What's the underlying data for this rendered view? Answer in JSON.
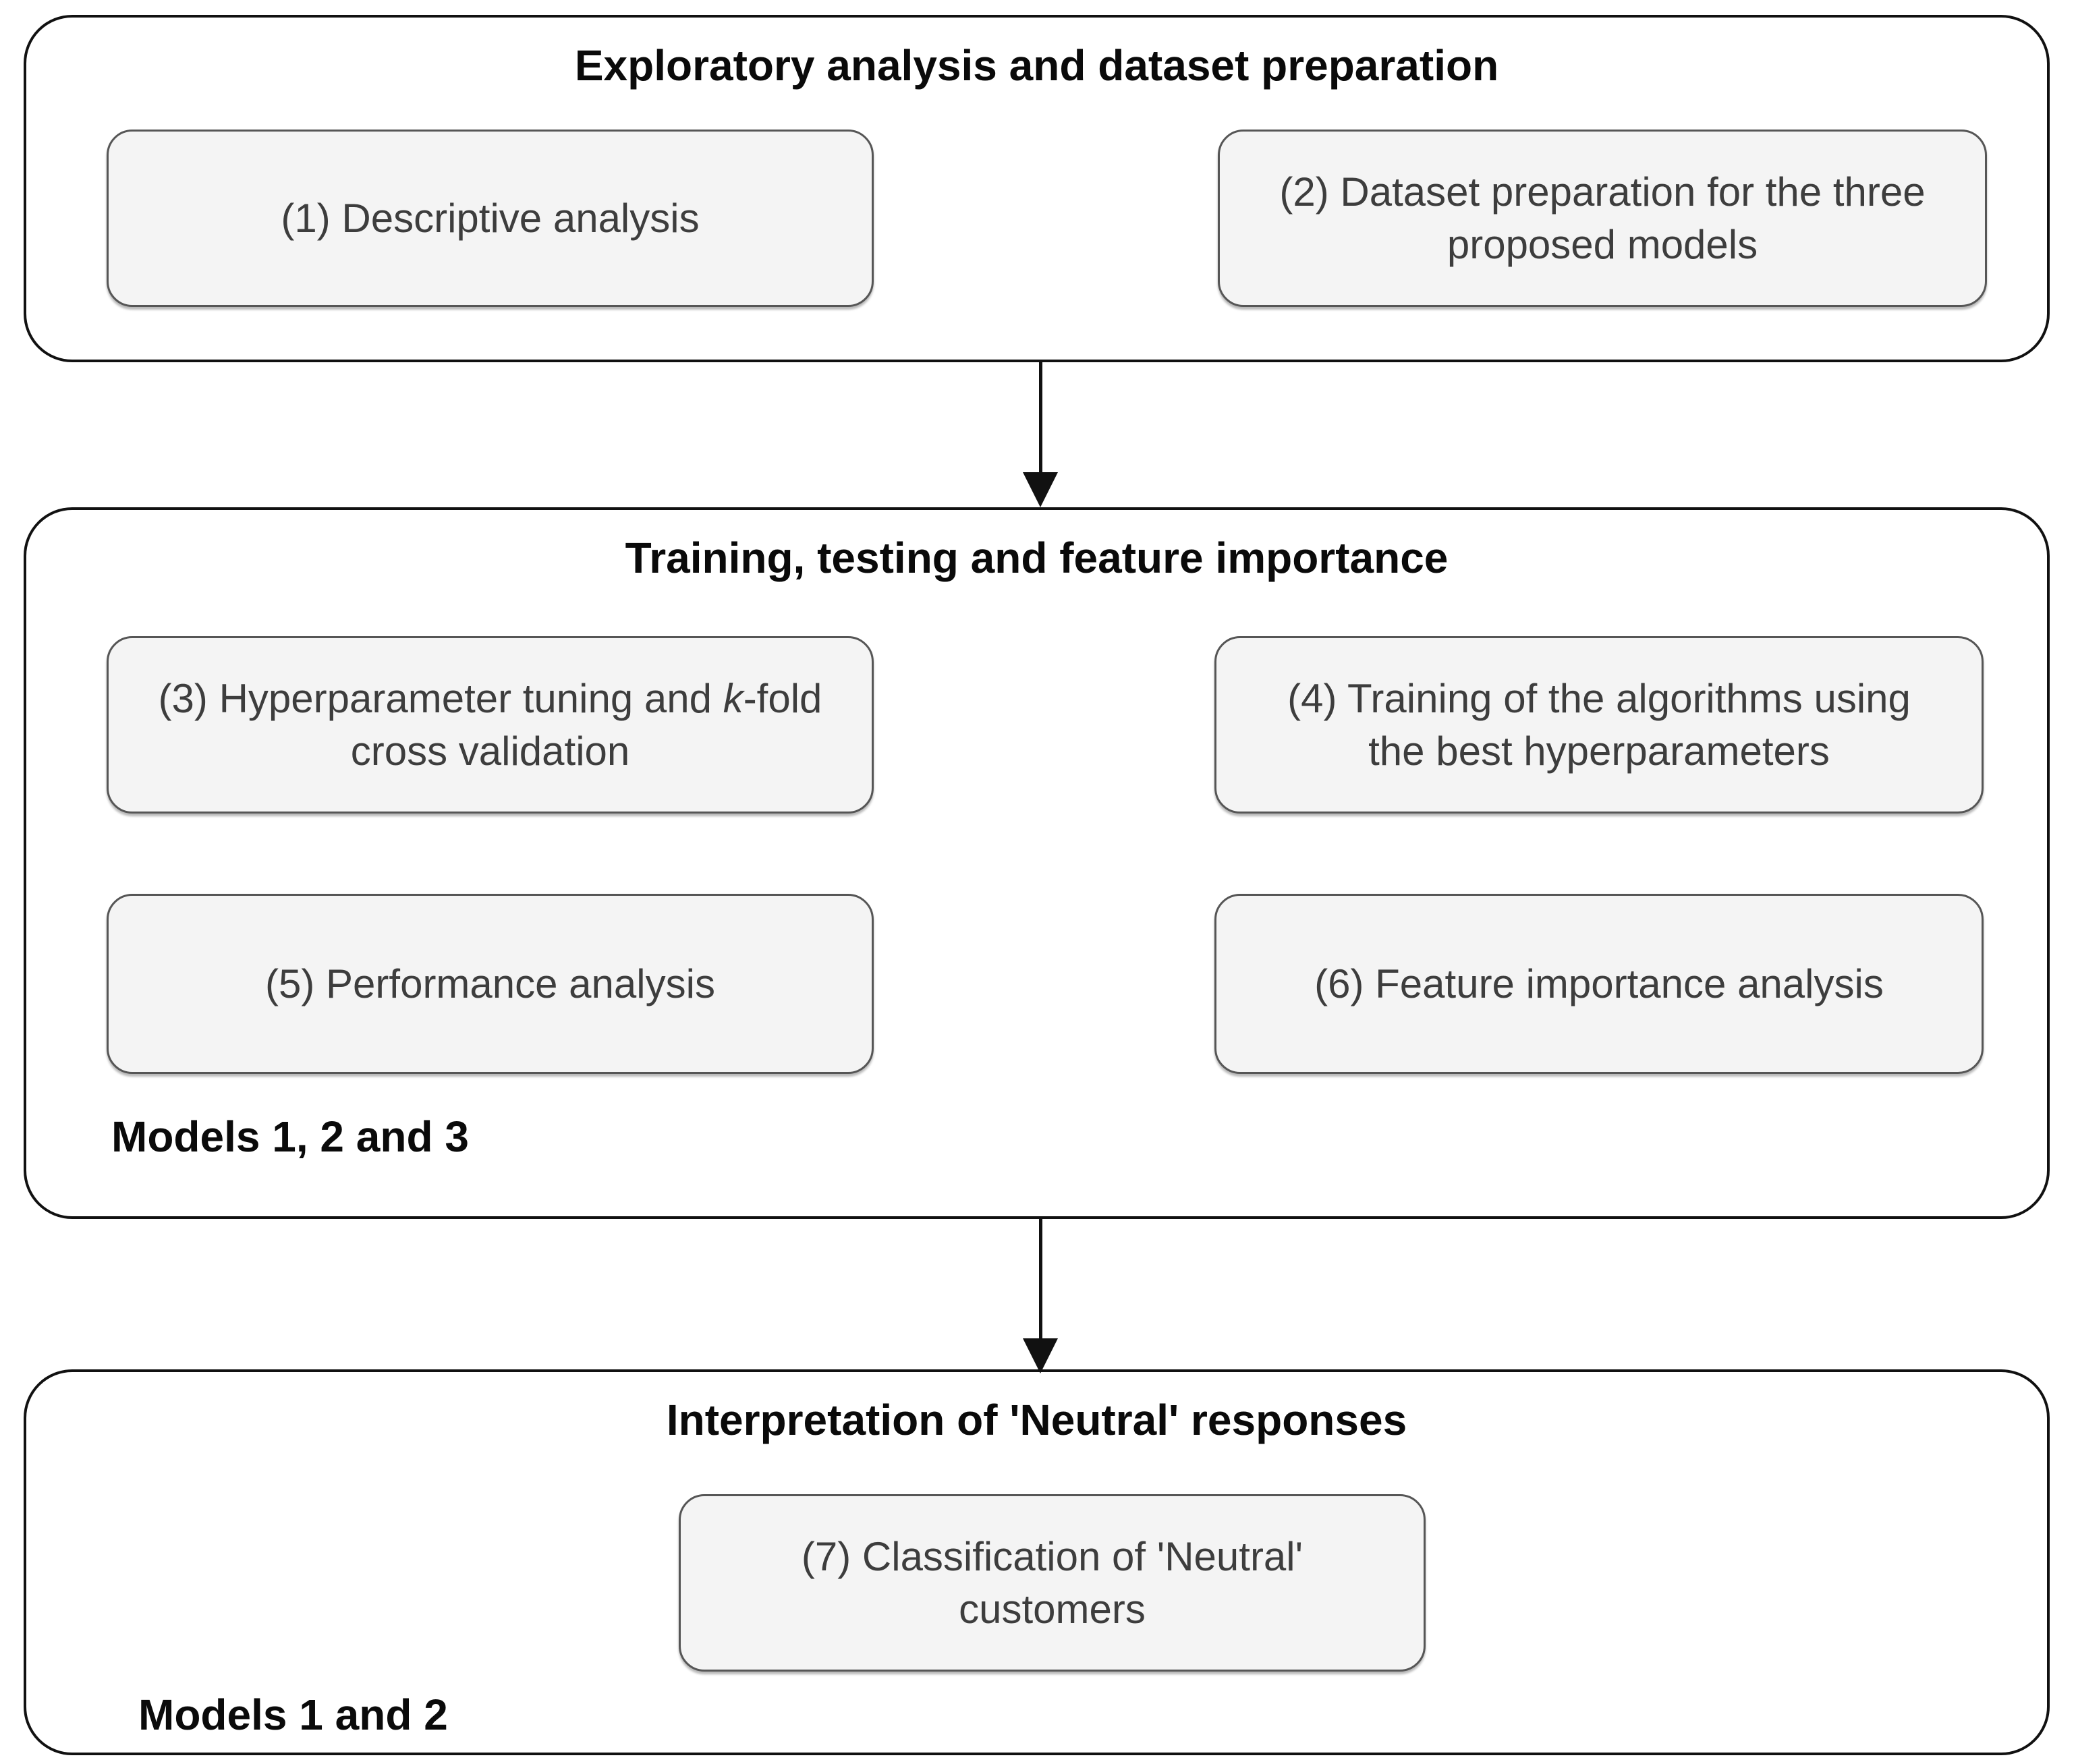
{
  "diagram": {
    "sections": [
      {
        "title": "Exploratory analysis and dataset preparation",
        "boxes": [
          {
            "id": "box-1",
            "lines": [
              {
                "text": "(1) Descriptive analysis"
              }
            ]
          },
          {
            "id": "box-2",
            "lines": [
              {
                "text": "(2) Dataset preparation for the three"
              },
              {
                "text": "proposed models"
              }
            ]
          }
        ],
        "footer": ""
      },
      {
        "title": "Training, testing and feature importance",
        "boxes": [
          {
            "id": "box-3",
            "lines": [
              {
                "prefix": "(3) Hyperparameter tuning and ",
                "italic": "k",
                "suffix": "-fold"
              },
              {
                "text": "cross validation"
              }
            ]
          },
          {
            "id": "box-4",
            "lines": [
              {
                "text": "(4) Training of the algorithms using"
              },
              {
                "text": "the best hyperparameters"
              }
            ]
          },
          {
            "id": "box-5",
            "lines": [
              {
                "text": "(5) Performance analysis"
              }
            ]
          },
          {
            "id": "box-6",
            "lines": [
              {
                "text": "(6) Feature importance analysis"
              }
            ]
          }
        ],
        "footer": "Models 1, 2 and 3"
      },
      {
        "title": "Interpretation of 'Neutral' responses",
        "boxes": [
          {
            "id": "box-7",
            "lines": [
              {
                "text": "(7) Classification of 'Neutral'"
              },
              {
                "text": "customers"
              }
            ]
          }
        ],
        "footer": "Models 1 and 2"
      }
    ],
    "colors": {
      "section_border": "#111111",
      "node_fill": "#f4f4f4",
      "node_border": "#565656",
      "node_text": "#3d3d3d",
      "title_text": "#0a0a0a",
      "background": "#ffffff"
    }
  }
}
